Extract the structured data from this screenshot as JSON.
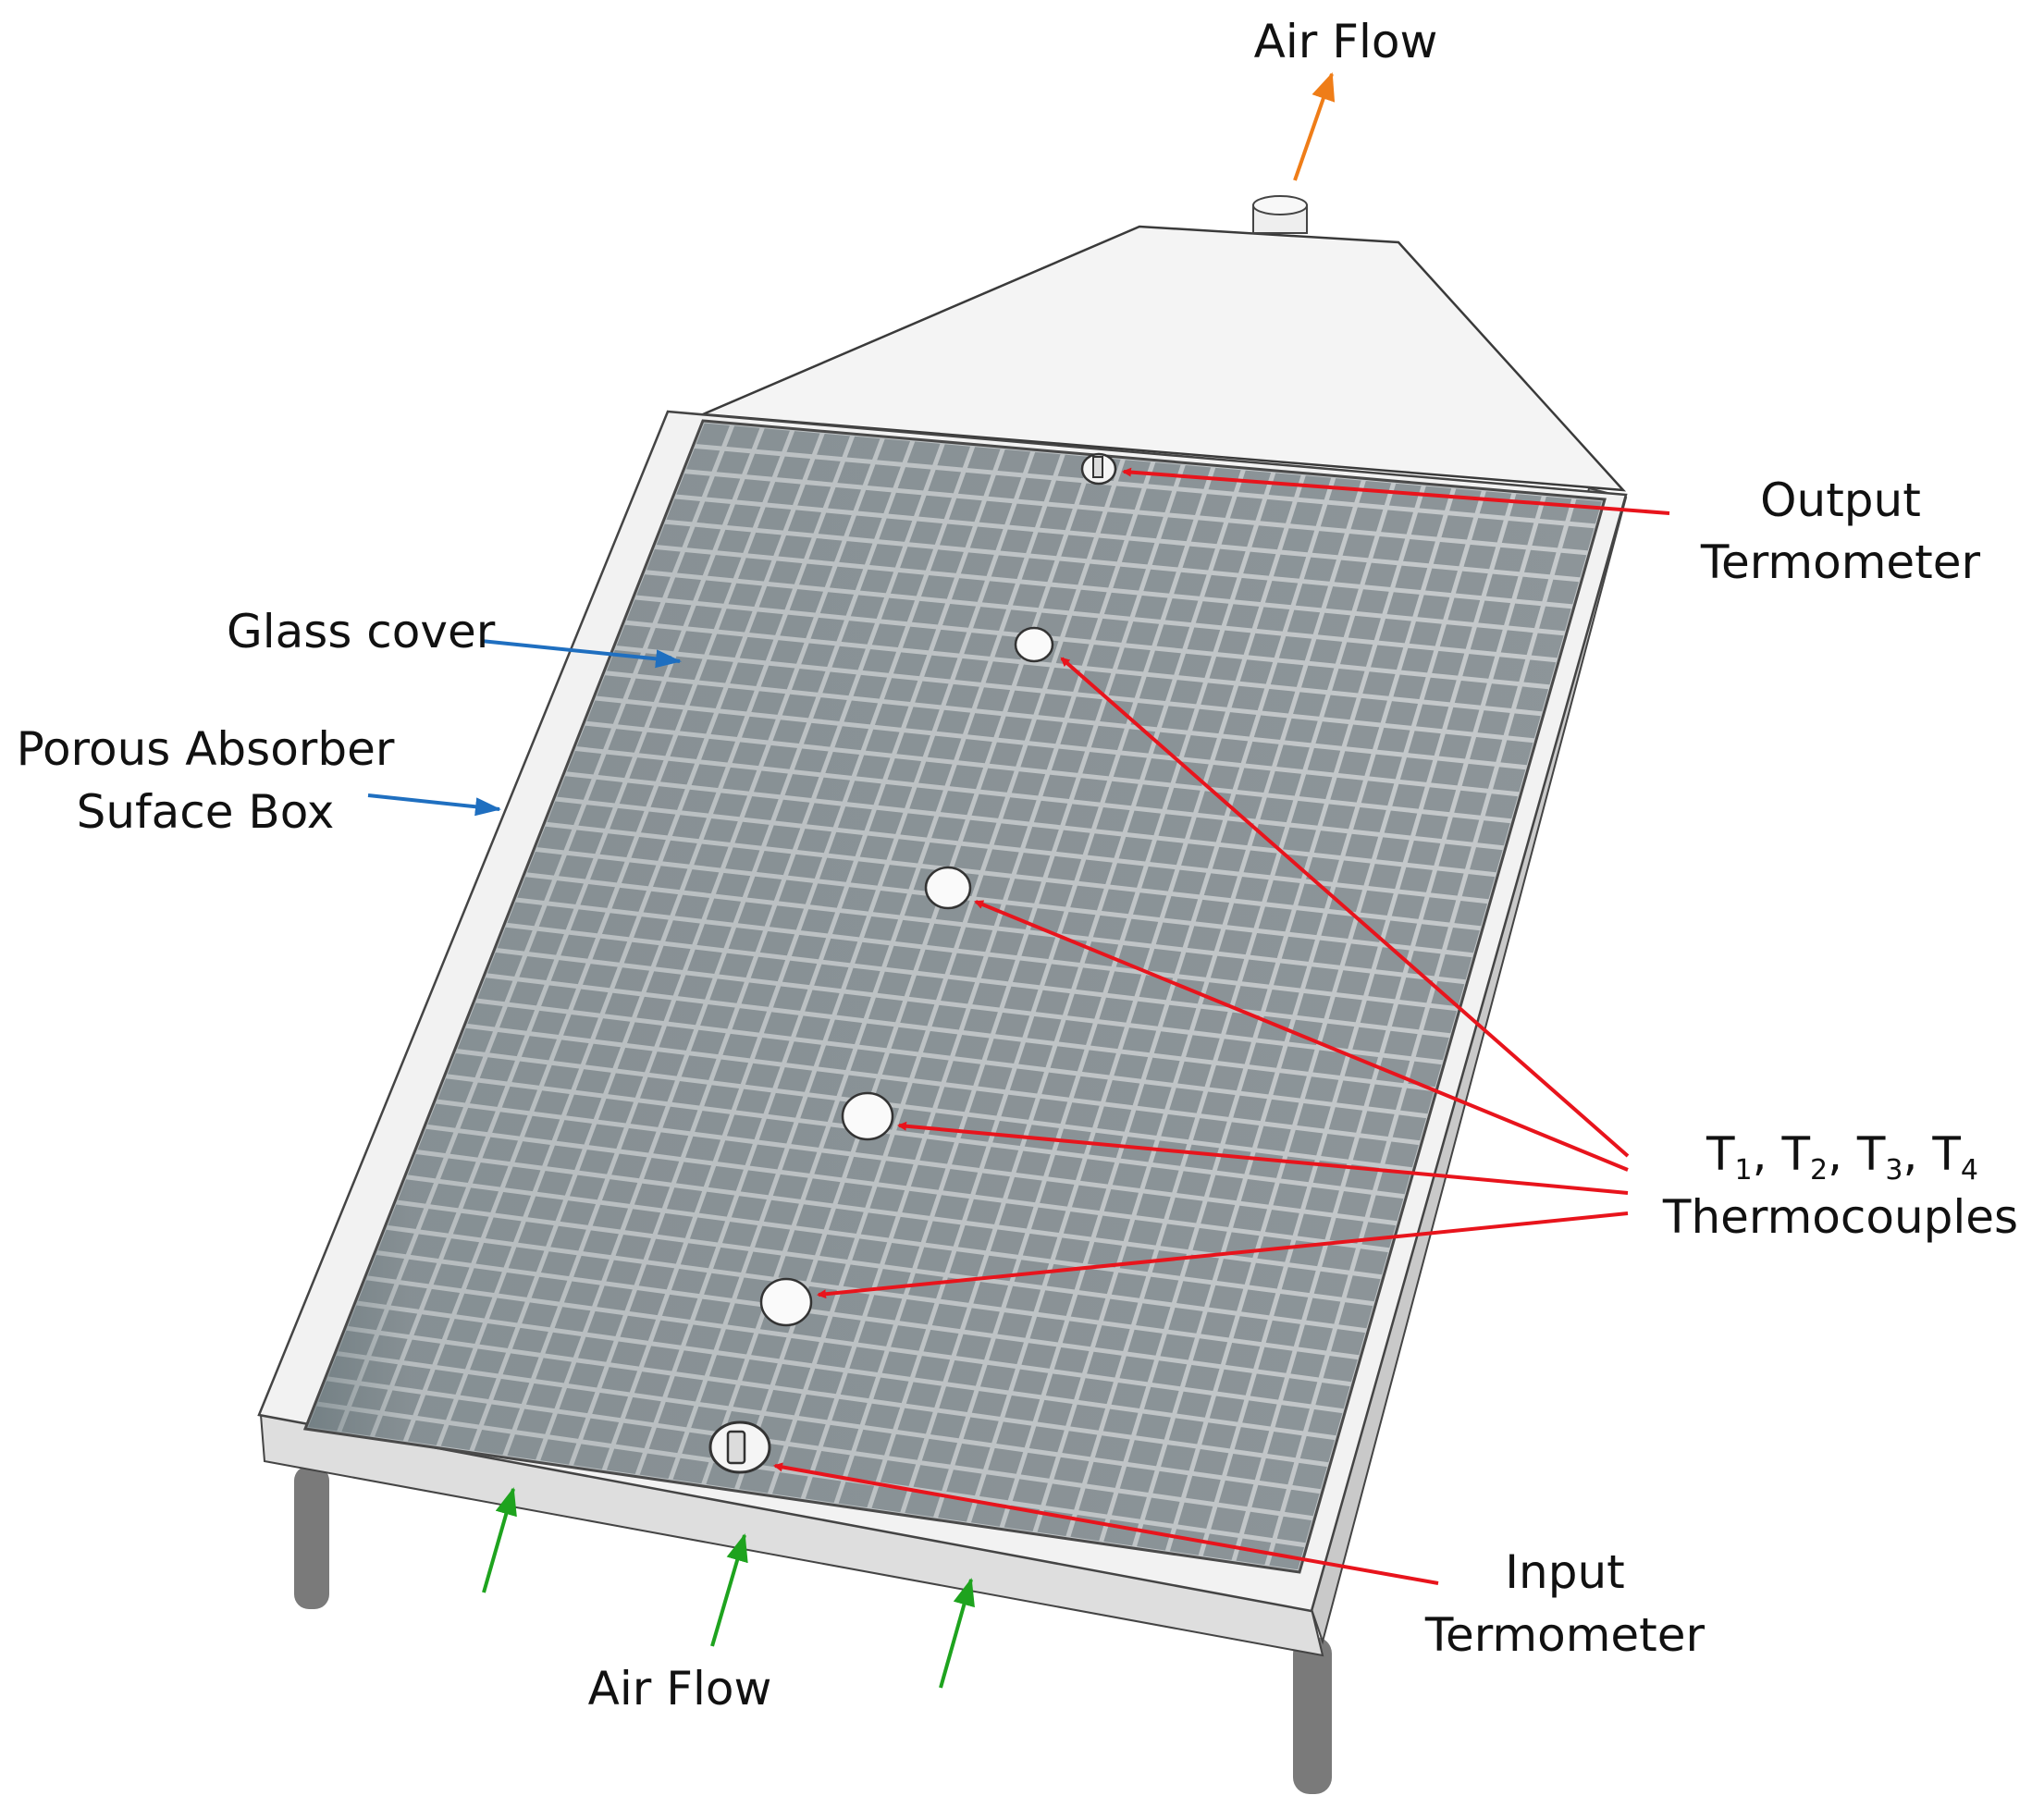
{
  "labels": {
    "air_flow_top": "Air Flow",
    "output_line1": "Output",
    "output_line2": "Termometer",
    "glass_cover": "Glass cover",
    "absorber_line1": "Porous Absorber",
    "absorber_line2": "Suface Box",
    "thermo_t": "T",
    "thermo_s1": "1",
    "thermo_s2": "2",
    "thermo_s3": "3",
    "thermo_s4": "4",
    "thermo_sep": ", ",
    "thermo_line2": "Thermocouples",
    "input_line1": "Input",
    "input_line2": "Termometer",
    "air_flow_bottom": "Air Flow"
  },
  "colors": {
    "red_arrow": "#e8141c",
    "blue_arrow": "#1f6fc0",
    "green_arrow": "#1ea31e",
    "orange_arrow": "#ef7d18",
    "frame": "#f2f2f2",
    "frame_side": "#c9c9c9",
    "grid_fill": "#8d9599",
    "grid_line": "#c6cacc",
    "leg": "#7a7a7a"
  }
}
